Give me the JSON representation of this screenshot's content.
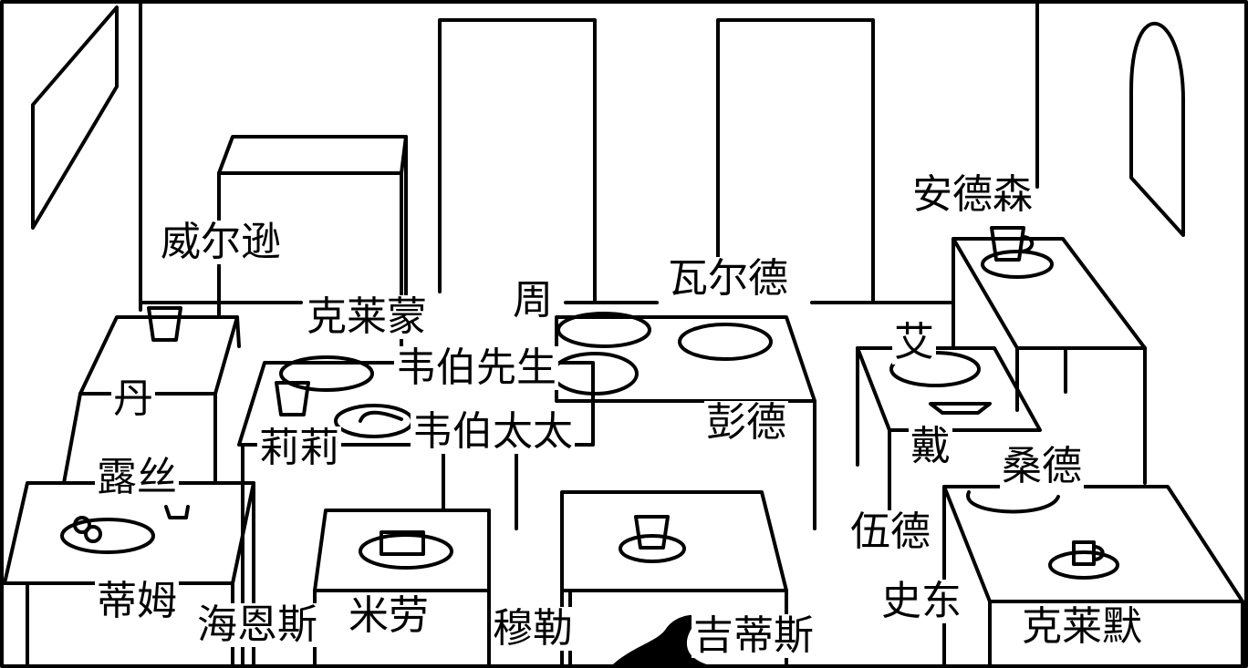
{
  "floorplan": {
    "labels": {
      "wilson": "威尔逊",
      "clermont": "克莱蒙",
      "zhou": "周",
      "ward": "瓦尔德",
      "anderson": "安德森",
      "mr_weber": "韦伯先生",
      "mrs_weber": "韦伯太太",
      "dan": "丹",
      "lily": "莉莉",
      "ai": "艾",
      "pend": "彭德",
      "dai": "戴",
      "sande": "桑德",
      "rose": "露丝",
      "wood": "伍德",
      "tim": "蒂姆",
      "haynes": "海恩斯",
      "millao": "米劳",
      "muller": "穆勒",
      "gittes": "吉蒂斯",
      "shidong": "史东",
      "claremore": "克莱默"
    }
  }
}
